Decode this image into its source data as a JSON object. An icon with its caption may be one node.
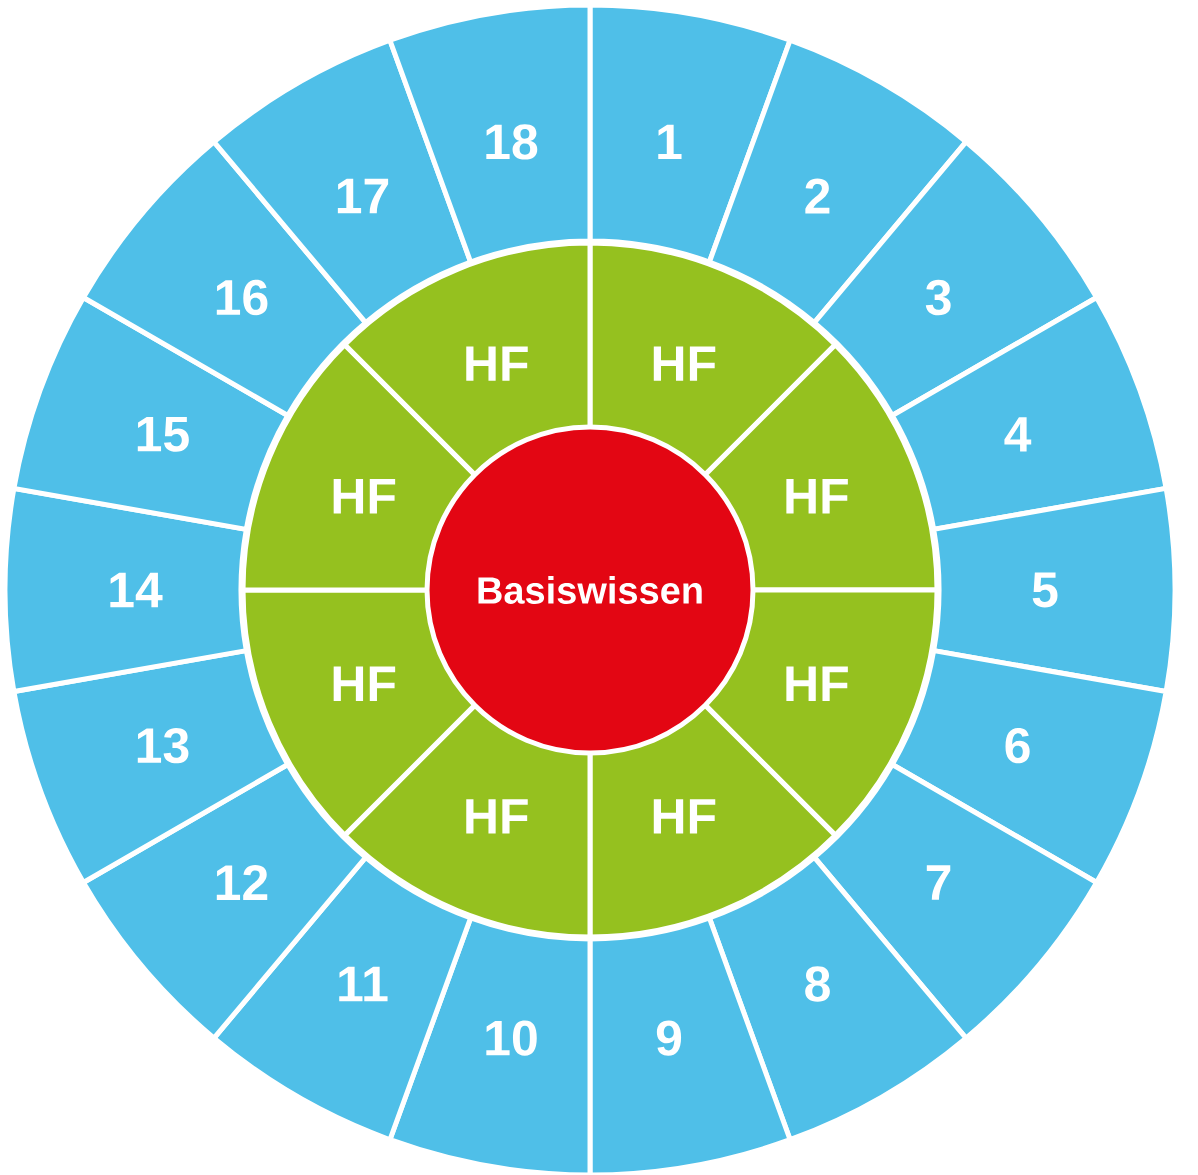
{
  "diagram": {
    "nodes": [
      {
        "text": [
          "1"
        ]
      },
      {
        "text": [
          "2"
        ]
      },
      {
        "text": [
          "3"
        ]
      },
      {
        "text": [
          "4"
        ]
      },
      {
        "text": [
          "5"
        ]
      },
      {
        "text": [
          "6"
        ]
      },
      {
        "text": [
          "7"
        ]
      },
      {
        "text": [
          "8"
        ]
      },
      {
        "text": [
          "9"
        ]
      },
      {
        "text": [
          "10"
        ]
      },
      {
        "text": [
          "11"
        ]
      },
      {
        "text": [
          "12"
        ]
      },
      {
        "text": [
          "13"
        ]
      },
      {
        "text": [
          "14"
        ]
      },
      {
        "text": [
          "15"
        ]
      },
      {
        "text": [
          "16"
        ]
      },
      {
        "text": [
          "17"
        ]
      },
      {
        "text": [
          "18"
        ]
      },
      {
        "text": [
          "HF"
        ]
      },
      {
        "text": [
          "HF"
        ]
      },
      {
        "text": [
          "HF"
        ]
      },
      {
        "text": [
          "HF"
        ]
      },
      {
        "text": [
          "HF"
        ]
      },
      {
        "text": [
          "HF"
        ]
      },
      {
        "text": [
          "HF"
        ]
      },
      {
        "text": [
          "HF"
        ]
      },
      {
        "text": [
          "Basiswissen"
        ]
      }
    ]
  }
}
